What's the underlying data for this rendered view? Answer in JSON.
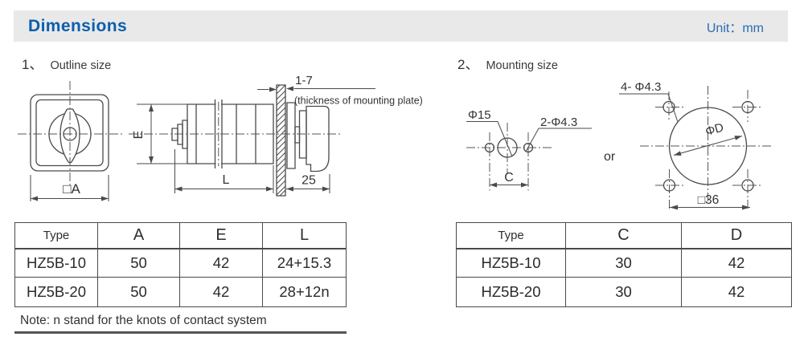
{
  "header": {
    "title": "Dimensions",
    "unit": "Unit：mm"
  },
  "sections": {
    "outline": {
      "number": "1、",
      "label": "Outline size"
    },
    "mounting": {
      "number": "2、",
      "label": "Mounting size"
    }
  },
  "outline_drawing": {
    "front": {
      "dim_a": "□A"
    },
    "side": {
      "dim_e": "E",
      "dim_l": "L",
      "dim_front_depth": "25",
      "dim_plate_thickness": "1-7",
      "plate_note": "(thickness of mounting plate)"
    }
  },
  "mounting_drawing": {
    "three_hole": {
      "center_dia": "Φ15",
      "side_holes": "2-Φ4.3",
      "dim_c": "C"
    },
    "or_label": "or",
    "four_hole": {
      "holes": "4- Φ4.3",
      "dia": "ΦD",
      "square": "□36"
    }
  },
  "outline_table": {
    "headers": [
      "Type",
      "A",
      "E",
      "L"
    ],
    "rows": [
      [
        "HZ5B-10",
        "50",
        "42",
        "24+15.3"
      ],
      [
        "HZ5B-20",
        "50",
        "42",
        "28+12n"
      ]
    ],
    "note": "Note: n stand for the knots of contact system"
  },
  "mounting_table": {
    "headers": [
      "Type",
      "C",
      "D"
    ],
    "rows": [
      [
        "HZ5B-10",
        "30",
        "42"
      ],
      [
        "HZ5B-20",
        "30",
        "42"
      ]
    ]
  },
  "colors": {
    "accent_blue": "#0b5fad",
    "header_bg": "#e9e9e9",
    "line": "#4a4a4a"
  }
}
